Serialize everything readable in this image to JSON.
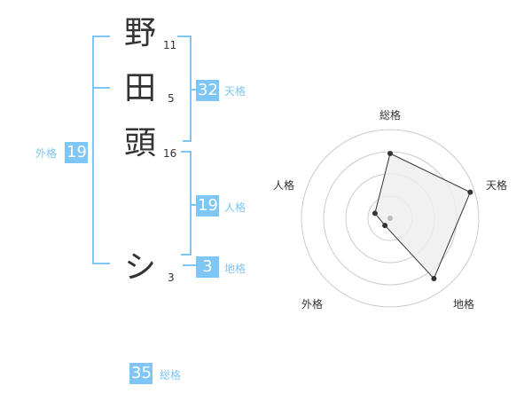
{
  "name": {
    "characters": [
      {
        "char": "野",
        "strokes": "11"
      },
      {
        "char": "田",
        "strokes": "5"
      },
      {
        "char": "頭",
        "strokes": "16"
      },
      {
        "char": "シ",
        "strokes": "3"
      }
    ]
  },
  "fortunes": {
    "tenkaku": {
      "value": "32",
      "label": "天格"
    },
    "jinkaku": {
      "value": "19",
      "label": "人格"
    },
    "chikaku": {
      "value": "3",
      "label": "地格"
    },
    "gaikaku": {
      "value": "19",
      "label": "外格"
    },
    "soukaku": {
      "value": "35",
      "label": "総格"
    }
  },
  "radar": {
    "axes": [
      "総格",
      "天格",
      "地格",
      "外格",
      "人格"
    ],
    "levels": 4,
    "values": [
      0.73,
      0.95,
      0.84,
      0.1,
      0.18
    ],
    "colors": {
      "grid": "#cccccc",
      "fill": "#eeeeee",
      "line": "#333333",
      "center": "#bbbbbb"
    }
  },
  "colors": {
    "accent": "#7dc6f5",
    "text": "#333333"
  }
}
